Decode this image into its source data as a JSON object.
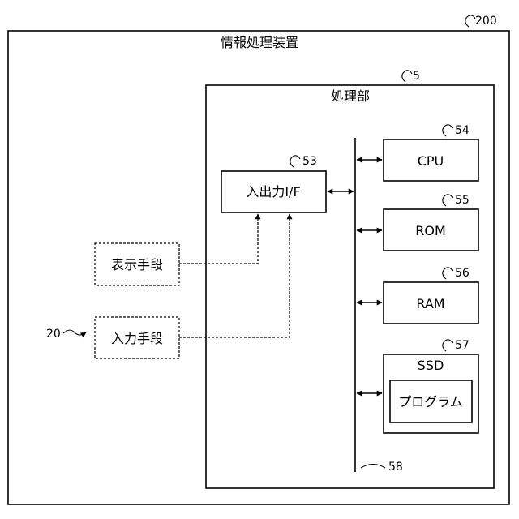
{
  "device": {
    "label": "情報処理装置",
    "ref": "200"
  },
  "processing": {
    "label": "処理部",
    "ref": "5"
  },
  "io": {
    "label": "入出力I/F",
    "ref": "53"
  },
  "cpu": {
    "label": "CPU",
    "ref": "54"
  },
  "rom": {
    "label": "ROM",
    "ref": "55"
  },
  "ram": {
    "label": "RAM",
    "ref": "56"
  },
  "ssd": {
    "label": "SSD",
    "ref": "57"
  },
  "program": {
    "label": "プログラム"
  },
  "bus": {
    "ref": "58"
  },
  "display": {
    "label": "表示手段"
  },
  "input": {
    "label": "入力手段",
    "ref": "20"
  }
}
